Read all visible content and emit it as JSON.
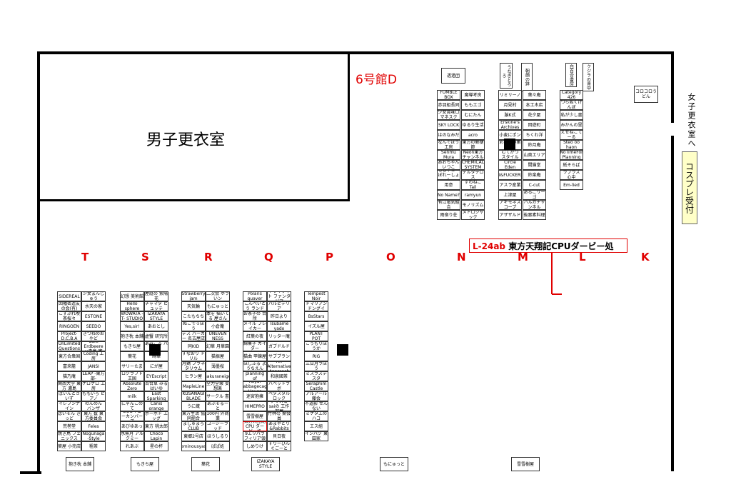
{
  "rooms": {
    "male_changing": "男子更衣室",
    "female_changing": "女子更衣室へ",
    "cosplay_reception": "コスプレ受付"
  },
  "hall": "6号館D",
  "callout": {
    "code": "L-24ab",
    "name": "東方天翔記CPUダービー処"
  },
  "row_letters": [
    "T",
    "S",
    "R",
    "Q",
    "P",
    "O",
    "N",
    "M",
    "L",
    "K"
  ],
  "accent_colors": {
    "red": "#e00000",
    "blue": "#1f3fbf",
    "cosplay_bg": "#ffffc8"
  },
  "top_block": {
    "headers": [
      "透過団",
      "うなぎとろろ",
      "朝顔の鉢",
      "白百合書房",
      "クジラの背中",
      "コロコロうどん"
    ],
    "cells": [
      "FUMBLE BOX",
      "赤羽組長同",
      "少女賞味ロマネスク",
      "SKY LOCK",
      "はのなみだ",
      "なんでぼう工房",
      "Senmu Mura",
      "あおちゃんいつこ",
      "もしゃこーぼれーしょん",
      "用意",
      "No Name?",
      "有江電気組合",
      "雨宿り荘",
      "魔導考房",
      "ももエゴ",
      "むにたん",
      "ゆるり生活",
      "acro",
      "東方の郵便節",
      "Neon東方チャンネル",
      "CHEMICAL SYSTEM",
      "デルタテロス",
      "すわねこ Tail",
      "ramyun",
      "モノリズム",
      "メトロジャック",
      "リミリーノ",
      "月見村",
      "脳K式",
      "Erskine's Archives",
      "小麦にポン",
      "彩葉族の集団",
      "むてかつ スタイル",
      "Circle Eden",
      "D&FUCKERS",
      "アスラ産業",
      "上津屋",
      "アキモネスコープ",
      "アザザルド",
      "葉々庵",
      "本工木店",
      "花夕屋",
      "回遊町",
      "ちくわ洋",
      "鈴月庵",
      "山奥エリア",
      "間猫堂",
      "鈴楽庵",
      "C-cut",
      "あるごリーゴ",
      "ハルカチャンネル",
      "後悪素料理",
      "Category 426",
      "つらぬくげんぼ",
      "私が少し書",
      "みかんの里",
      "えせねこてーる",
      "Steo oo haon",
      "NoTimeFor Planning",
      "紙そらば",
      "ラプラス 心中",
      "Em-lied"
    ]
  },
  "lower_cells": [
    "SIDEREAL",
    "因幡密造友の会(有)",
    "こすぷれ喫茶桜々",
    "RINGOEN",
    "Project-D.C.B.A",
    "UnLimited Questions",
    "東方合衆国",
    "富来籠",
    "猫乃庵",
    "関西大学 東方 濃島",
    "ばいんとさいず",
    "イレブンナイン",
    "ばいそん きっど",
    "荒巻堂",
    "焼き鳥 フェニックス",
    "葵屋 小売店",
    "少女まんじゅう",
    "水天の家",
    "ESTONE",
    "SEEDO",
    "きつねのおやど",
    "Cafe Erdbeere ×森島 喫",
    "Coding 工房",
    "JANSI",
    "LEAP -東方部-",
    "ケロケロ 工房",
    "ももいろ ピアノ",
    "のんのん バンザ",
    "東方 数 東方委員会",
    "Feles",
    "Nogunaga -Style",
    "粗茶",
    "幻想 美術館",
    "Hello sphere",
    "WOWATA -T- STUDIO",
    "Yes,sir!",
    "抱き枕 本舗",
    "もきち屋",
    "葉花",
    "サリーたま",
    "ロクラフト 王国",
    "Absolute Zero",
    "milk",
    "にゃんこのて",
    "OOOキューカンバーズ",
    "あびゆあっ",
    "水無月 アルクミー",
    "れあぶ",
    "屋庭の 紫陽花",
    "チャマダ ヒュッテ",
    "IZAKAYA STYLE",
    "あおとし",
    "虚蟹 研究所",
    "あみころ パウス",
    "蒔華",
    "にが屋",
    "EYEscript",
    "百合草 みるはいゆ",
    "East Sparking",
    "Canis orange",
    "ボーボド エッグ",
    "東方 桃太郎",
    "Choco Lapin",
    "星の杯",
    "Strawberry jam",
    "天気輪",
    "こたもちち",
    "ぬこでっぽう",
    "デス バーガー 名古屋店",
    "同KID",
    "すなおり ドリル",
    "月鶏 プラネタリウム",
    "ヒラン屋",
    "MapleLine",
    "KUSANAGI BLADE",
    "うに蔵",
    "東方生活 協同組合",
    "ましゅまろ CLUB",
    "東郷2号店",
    "ominousyas",
    "二次会 ホラいン",
    "もにゅっと",
    "本を 描いてる 屋さん",
    "小倉庵",
    "UNEVEN NESS",
    "幻華 月華園",
    "猫振屋",
    "薄墨桜",
    "sakuraneige",
    "全力全壊 妄想楽",
    "サークル 書",
    "あぶそるーと",
    "100円 外商業",
    "ユージーラッド",
    "ほうしるり",
    "ぱぱ処",
    "Polaris quaver",
    "こんべいとう ランド",
    "お茶子の 台所",
    "メイル ブレイカー",
    "紅葉の夜",
    "綿菓子 ガイダー",
    "猫曲 甲錬屋",
    "ほしふる ようちえん",
    "Travel planning of Takuhisa",
    "Royal Cabbagecage House",
    "迷宮抱擁",
    "HIMEPRO",
    "雪雪樹屋",
    "東方天翔記 CPU ダービー処",
    "9エリパラ フィリア領",
    "しめりけ",
    "トワイライト ファンタジア",
    "パルピテリア",
    "昨日より",
    "Tsubame yado",
    "リッター庵",
    "ガブドルド",
    "サブプラン",
    "An Alternative Approach",
    "和泉國茶",
    "バベットラボ",
    "ペダスタル ロック",
    "アリスと saiの 工作部屋",
    "竹林の 葉会員",
    "あまやどり &Rabbits",
    "貝日夜",
    "すりーぴん ぐごーと",
    "Tempest Noir",
    "ドマリアン ドングイ",
    "BsStars",
    "イズル屋",
    "PLANT POT",
    "こうもりぼうか",
    "RIG",
    "三日月ラぼう",
    "ミスラステスタ",
    "Seraphim Castle",
    "アルアール 藤会",
    "不道影 ぜんない",
    "ミケタエのハコ",
    "エス組",
    "インパク 東田家"
  ]
}
